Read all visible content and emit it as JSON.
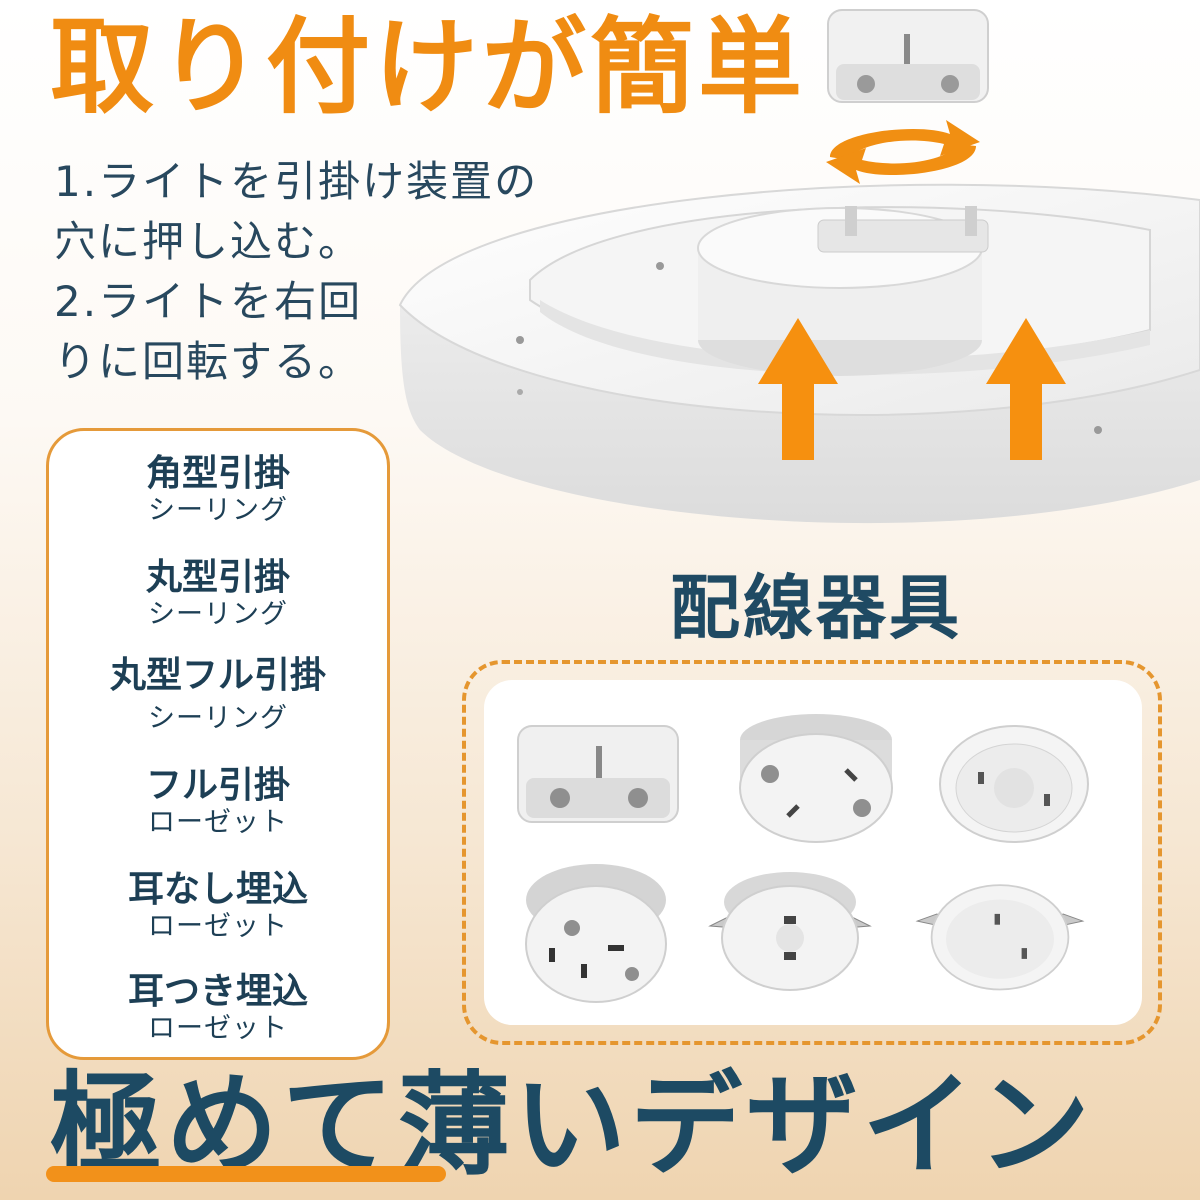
{
  "title": "取り付けが簡単",
  "steps": [
    "1.ライトを引掛け装置の",
    "穴に押し込む。",
    "2.ライトを右回",
    "りに回転する。"
  ],
  "ceiling_types": [
    {
      "main": "角型引掛",
      "sub": "シーリング"
    },
    {
      "main": "丸型引掛",
      "sub": "シーリング"
    },
    {
      "main": "丸型フル引掛",
      "sub": "シーリング"
    },
    {
      "main": "フル引掛",
      "sub": "ローゼット"
    },
    {
      "main": "耳なし埋込",
      "sub": "ローゼット"
    },
    {
      "main": "耳つき埋込",
      "sub": "ローゼット"
    }
  ],
  "wiring_title": "配線器具",
  "bottom_title": "極めて薄いデザイン",
  "colors": {
    "accent_orange": "#f08c12",
    "navy": "#1d4a63",
    "box_border": "#e59a3a"
  },
  "icons": [
    "rotate-arrows-icon",
    "up-arrow-icon"
  ]
}
